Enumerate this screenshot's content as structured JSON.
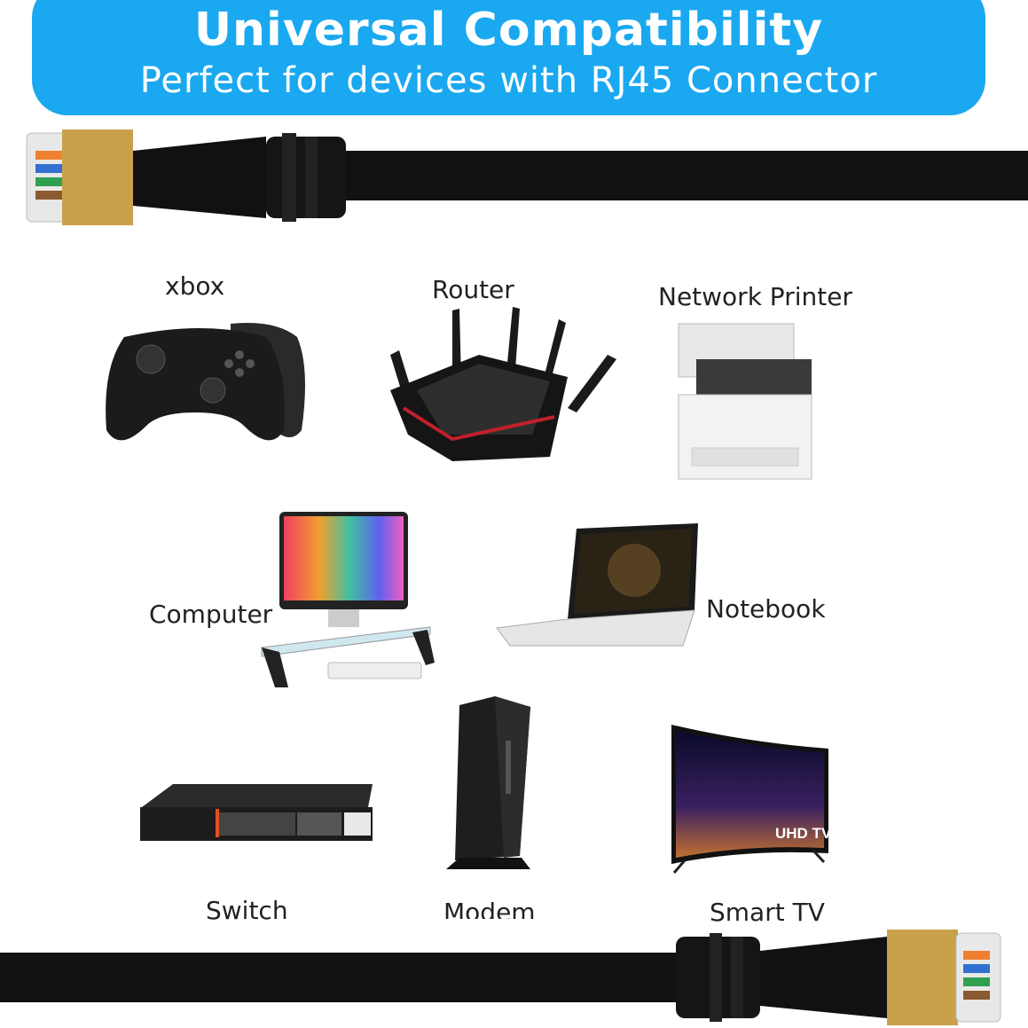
{
  "banner": {
    "title": "Universal Compatibility",
    "subtitle": "Perfect for devices with RJ45 Connector",
    "color": "#1aa8f0"
  },
  "devices": {
    "xbox": "xbox",
    "router": "Router",
    "printer": "Network Printer",
    "computer": "Computer",
    "notebook": "Notebook",
    "switch": "Switch",
    "modem": "Modem",
    "tv": "Smart TV",
    "tv_badge": "UHD TV"
  },
  "colors": {
    "cable": "#111111",
    "connector_gold": "#c9a14a"
  }
}
